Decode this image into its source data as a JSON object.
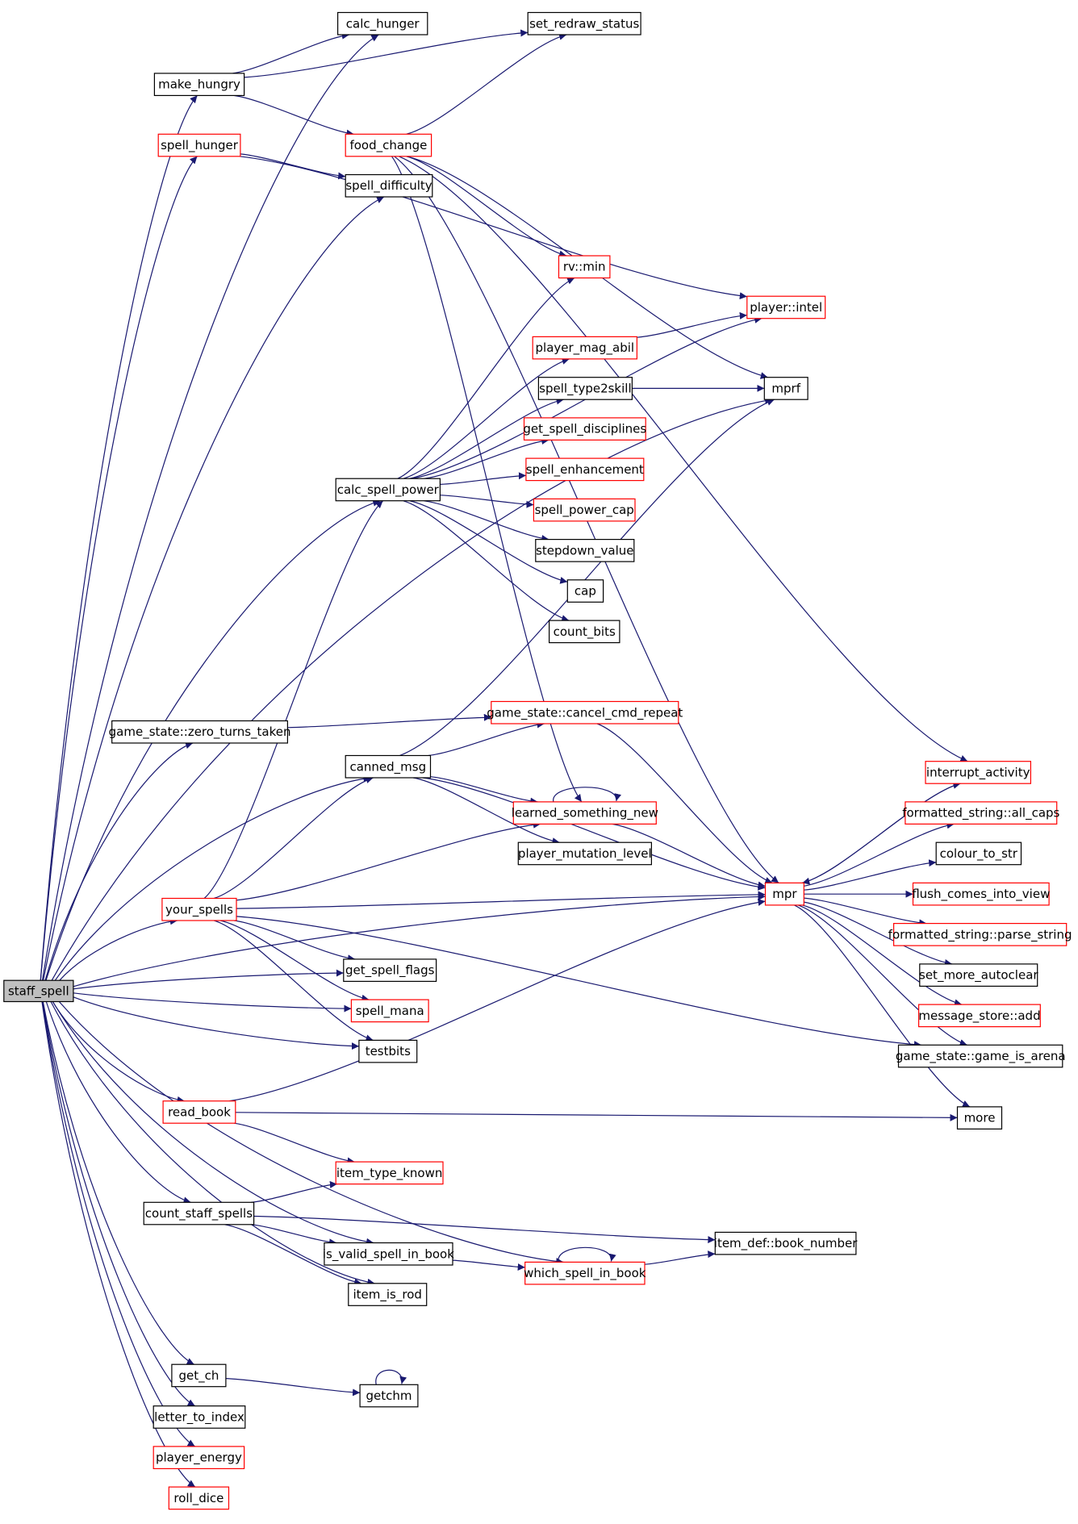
{
  "diagram": {
    "colors": {
      "edge": "#191970",
      "node_border": "#000000",
      "undocumented_border": "#ff0000",
      "root_fill": "#bfbfbf",
      "background": "#ffffff"
    },
    "nodes": [
      {
        "id": "staff_spell",
        "label": "staff_spell",
        "style": "root"
      },
      {
        "id": "calc_hunger",
        "label": "calc_hunger",
        "style": "normal"
      },
      {
        "id": "set_redraw_status",
        "label": "set_redraw_status",
        "style": "normal"
      },
      {
        "id": "make_hungry",
        "label": "make_hungry",
        "style": "normal"
      },
      {
        "id": "spell_hunger",
        "label": "spell_hunger",
        "style": "red"
      },
      {
        "id": "food_change",
        "label": "food_change",
        "style": "red"
      },
      {
        "id": "spell_difficulty",
        "label": "spell_difficulty",
        "style": "normal"
      },
      {
        "id": "rv_min",
        "label": "rv::min",
        "style": "red"
      },
      {
        "id": "player_intel",
        "label": "player::intel",
        "style": "red"
      },
      {
        "id": "player_mag_abil",
        "label": "player_mag_abil",
        "style": "red"
      },
      {
        "id": "spell_type2skill",
        "label": "spell_type2skill",
        "style": "normal"
      },
      {
        "id": "mprf",
        "label": "mprf",
        "style": "normal"
      },
      {
        "id": "get_spell_disciplines",
        "label": "get_spell_disciplines",
        "style": "red"
      },
      {
        "id": "spell_enhancement",
        "label": "spell_enhancement",
        "style": "red"
      },
      {
        "id": "calc_spell_power",
        "label": "calc_spell_power",
        "style": "normal"
      },
      {
        "id": "spell_power_cap",
        "label": "spell_power_cap",
        "style": "red"
      },
      {
        "id": "stepdown_value",
        "label": "stepdown_value",
        "style": "normal"
      },
      {
        "id": "cap",
        "label": "cap",
        "style": "normal"
      },
      {
        "id": "count_bits",
        "label": "count_bits",
        "style": "normal"
      },
      {
        "id": "zero_turns_taken",
        "label": "game_state::zero_turns_taken",
        "style": "normal"
      },
      {
        "id": "cancel_cmd_repeat",
        "label": "game_state::cancel_cmd_repeat",
        "style": "red"
      },
      {
        "id": "canned_msg",
        "label": "canned_msg",
        "style": "normal"
      },
      {
        "id": "interrupt_activity",
        "label": "interrupt_activity",
        "style": "red"
      },
      {
        "id": "learned_something_new",
        "label": "learned_something_new",
        "style": "red"
      },
      {
        "id": "all_caps",
        "label": "formatted_string::all_caps",
        "style": "red"
      },
      {
        "id": "player_mutation_level",
        "label": "player_mutation_level",
        "style": "normal"
      },
      {
        "id": "colour_to_str",
        "label": "colour_to_str",
        "style": "normal"
      },
      {
        "id": "mpr",
        "label": "mpr",
        "style": "red"
      },
      {
        "id": "flush_comes_into_view",
        "label": "flush_comes_into_view",
        "style": "red"
      },
      {
        "id": "your_spells",
        "label": "your_spells",
        "style": "red"
      },
      {
        "id": "parse_string",
        "label": "formatted_string::parse_string",
        "style": "red"
      },
      {
        "id": "get_spell_flags",
        "label": "get_spell_flags",
        "style": "normal"
      },
      {
        "id": "set_more_autoclear",
        "label": "set_more_autoclear",
        "style": "normal"
      },
      {
        "id": "spell_mana",
        "label": "spell_mana",
        "style": "red"
      },
      {
        "id": "message_store_add",
        "label": "message_store::add",
        "style": "red"
      },
      {
        "id": "testbits",
        "label": "testbits",
        "style": "normal"
      },
      {
        "id": "game_is_arena",
        "label": "game_state::game_is_arena",
        "style": "normal"
      },
      {
        "id": "read_book",
        "label": "read_book",
        "style": "red"
      },
      {
        "id": "more",
        "label": "more",
        "style": "normal"
      },
      {
        "id": "item_type_known",
        "label": "item_type_known",
        "style": "red"
      },
      {
        "id": "count_staff_spells",
        "label": "count_staff_spells",
        "style": "normal"
      },
      {
        "id": "book_number",
        "label": "item_def::book_number",
        "style": "normal"
      },
      {
        "id": "is_valid_spell_in_book",
        "label": "is_valid_spell_in_book",
        "style": "normal"
      },
      {
        "id": "which_spell_in_book",
        "label": "which_spell_in_book",
        "style": "red"
      },
      {
        "id": "item_is_rod",
        "label": "item_is_rod",
        "style": "normal"
      },
      {
        "id": "get_ch",
        "label": "get_ch",
        "style": "normal"
      },
      {
        "id": "getchm",
        "label": "getchm",
        "style": "normal"
      },
      {
        "id": "letter_to_index",
        "label": "letter_to_index",
        "style": "normal"
      },
      {
        "id": "player_energy",
        "label": "player_energy",
        "style": "red"
      },
      {
        "id": "roll_dice",
        "label": "roll_dice",
        "style": "red"
      }
    ],
    "edges": [
      [
        "staff_spell",
        "calc_hunger"
      ],
      [
        "staff_spell",
        "make_hungry"
      ],
      [
        "staff_spell",
        "spell_hunger"
      ],
      [
        "staff_spell",
        "spell_difficulty"
      ],
      [
        "staff_spell",
        "mprf"
      ],
      [
        "staff_spell",
        "calc_spell_power"
      ],
      [
        "staff_spell",
        "zero_turns_taken"
      ],
      [
        "staff_spell",
        "canned_msg"
      ],
      [
        "staff_spell",
        "your_spells"
      ],
      [
        "staff_spell",
        "mpr"
      ],
      [
        "staff_spell",
        "get_spell_flags"
      ],
      [
        "staff_spell",
        "spell_mana"
      ],
      [
        "staff_spell",
        "testbits"
      ],
      [
        "staff_spell",
        "read_book"
      ],
      [
        "staff_spell",
        "count_staff_spells"
      ],
      [
        "staff_spell",
        "is_valid_spell_in_book"
      ],
      [
        "staff_spell",
        "item_is_rod"
      ],
      [
        "staff_spell",
        "which_spell_in_book"
      ],
      [
        "staff_spell",
        "get_ch"
      ],
      [
        "staff_spell",
        "letter_to_index"
      ],
      [
        "staff_spell",
        "player_energy"
      ],
      [
        "staff_spell",
        "roll_dice"
      ],
      [
        "make_hungry",
        "calc_hunger"
      ],
      [
        "make_hungry",
        "set_redraw_status"
      ],
      [
        "make_hungry",
        "food_change"
      ],
      [
        "spell_hunger",
        "player_intel"
      ],
      [
        "spell_hunger",
        "spell_difficulty"
      ],
      [
        "food_change",
        "set_redraw_status"
      ],
      [
        "food_change",
        "interrupt_activity"
      ],
      [
        "food_change",
        "rv_min"
      ],
      [
        "food_change",
        "mprf"
      ],
      [
        "food_change",
        "mpr"
      ],
      [
        "food_change",
        "learned_something_new"
      ],
      [
        "calc_spell_power",
        "rv_min"
      ],
      [
        "calc_spell_power",
        "player_intel"
      ],
      [
        "calc_spell_power",
        "player_mag_abil"
      ],
      [
        "calc_spell_power",
        "spell_type2skill"
      ],
      [
        "calc_spell_power",
        "get_spell_disciplines"
      ],
      [
        "calc_spell_power",
        "spell_enhancement"
      ],
      [
        "calc_spell_power",
        "spell_power_cap"
      ],
      [
        "calc_spell_power",
        "stepdown_value"
      ],
      [
        "calc_spell_power",
        "cap"
      ],
      [
        "calc_spell_power",
        "count_bits"
      ],
      [
        "player_mag_abil",
        "player_intel"
      ],
      [
        "spell_type2skill",
        "mprf"
      ],
      [
        "zero_turns_taken",
        "cancel_cmd_repeat"
      ],
      [
        "cancel_cmd_repeat",
        "mpr"
      ],
      [
        "canned_msg",
        "cancel_cmd_repeat"
      ],
      [
        "canned_msg",
        "mprf"
      ],
      [
        "canned_msg",
        "learned_something_new"
      ],
      [
        "canned_msg",
        "player_mutation_level"
      ],
      [
        "canned_msg",
        "mpr"
      ],
      [
        "learned_something_new",
        "learned_something_new"
      ],
      [
        "learned_something_new",
        "mpr"
      ],
      [
        "mpr",
        "interrupt_activity"
      ],
      [
        "mpr",
        "all_caps"
      ],
      [
        "mpr",
        "colour_to_str"
      ],
      [
        "mpr",
        "flush_comes_into_view"
      ],
      [
        "mpr",
        "parse_string"
      ],
      [
        "mpr",
        "set_more_autoclear"
      ],
      [
        "mpr",
        "message_store_add"
      ],
      [
        "mpr",
        "game_is_arena"
      ],
      [
        "mpr",
        "more"
      ],
      [
        "interrupt_activity",
        "mpr"
      ],
      [
        "your_spells",
        "calc_spell_power"
      ],
      [
        "your_spells",
        "canned_msg"
      ],
      [
        "your_spells",
        "learned_something_new"
      ],
      [
        "your_spells",
        "mpr"
      ],
      [
        "your_spells",
        "get_spell_flags"
      ],
      [
        "your_spells",
        "spell_mana"
      ],
      [
        "your_spells",
        "testbits"
      ],
      [
        "your_spells",
        "game_is_arena"
      ],
      [
        "read_book",
        "mpr"
      ],
      [
        "read_book",
        "more"
      ],
      [
        "read_book",
        "item_type_known"
      ],
      [
        "count_staff_spells",
        "item_type_known"
      ],
      [
        "count_staff_spells",
        "book_number"
      ],
      [
        "count_staff_spells",
        "is_valid_spell_in_book"
      ],
      [
        "count_staff_spells",
        "item_is_rod"
      ],
      [
        "is_valid_spell_in_book",
        "which_spell_in_book"
      ],
      [
        "which_spell_in_book",
        "which_spell_in_book"
      ],
      [
        "which_spell_in_book",
        "book_number"
      ],
      [
        "get_ch",
        "getchm"
      ],
      [
        "getchm",
        "getchm"
      ]
    ]
  }
}
